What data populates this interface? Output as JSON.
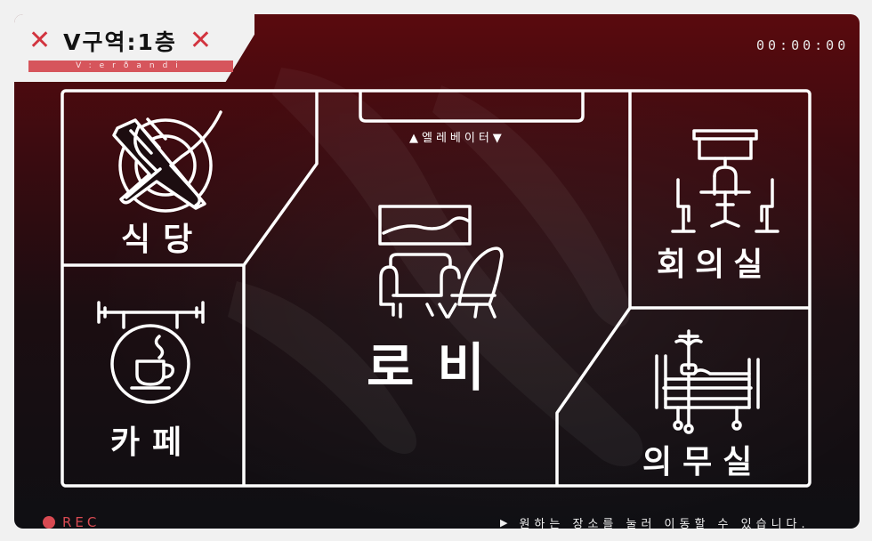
{
  "header": {
    "title": "V구역:1층",
    "subtitle": "V:erðandi",
    "close_icon": "x-mark",
    "accent_color": "#d2343f"
  },
  "timer": "00:00:00",
  "recording": {
    "label": "REC",
    "color": "#d94a52"
  },
  "hint": "원하는 장소를 눌러 이동할 수 있습니다.",
  "map": {
    "elevator": "▲엘레베이터▼",
    "rooms": {
      "dining": {
        "label": "식당",
        "icon": "fork-knife-plate-icon"
      },
      "cafe": {
        "label": "카페",
        "icon": "hanging-cafe-sign-icon"
      },
      "lobby": {
        "label": "로비",
        "icon": "sofa-armchair-painting-icon"
      },
      "meeting": {
        "label": "회의실",
        "icon": "projector-table-chairs-icon"
      },
      "infirmary": {
        "label": "의무실",
        "icon": "hospital-bed-iv-icon"
      }
    }
  }
}
